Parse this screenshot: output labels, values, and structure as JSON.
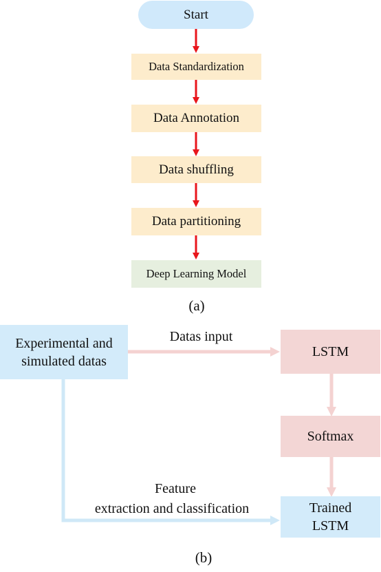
{
  "part_a": {
    "start": "Start",
    "steps": [
      "Data Standardization",
      "Data Annotation",
      "Data shuffling",
      "Data partitioning"
    ],
    "model": "Deep Learning Model",
    "caption": "(a)"
  },
  "part_b": {
    "source_line1": "Experimental and",
    "source_line2": "simulated datas",
    "input_label": "Datas input",
    "lstm": "LSTM",
    "softmax": "Softmax",
    "feature_line1": "Feature",
    "feature_line2": "extraction and classification",
    "trained_line1": "Trained",
    "trained_line2": "LSTM",
    "caption": "(b)"
  },
  "colors": {
    "flow_arrow": "#e8161c",
    "pink_arrow": "#f4d2d1",
    "blue_arrow": "#cfe8f7"
  }
}
